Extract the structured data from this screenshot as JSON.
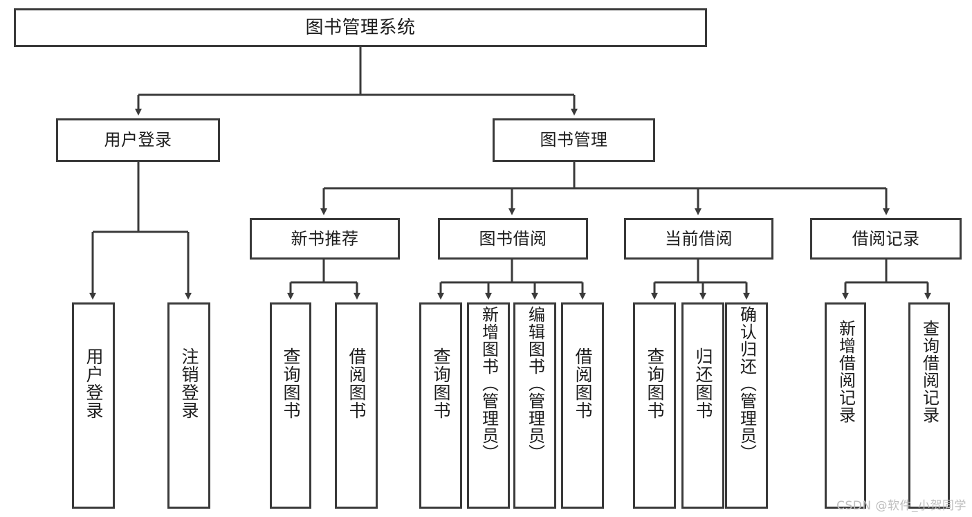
{
  "diagram": {
    "type": "hierarchy-tree",
    "title_box": {
      "label": "图书管理系统"
    },
    "level2": [
      {
        "id": "user-login",
        "label": "用户登录"
      },
      {
        "id": "book-management",
        "label": "图书管理"
      }
    ],
    "level3": [
      {
        "id": "new-book-recommend",
        "label": "新书推荐"
      },
      {
        "id": "book-borrow",
        "label": "图书借阅"
      },
      {
        "id": "current-borrow",
        "label": "当前借阅"
      },
      {
        "id": "borrow-record",
        "label": "借阅记录"
      }
    ],
    "leaves": {
      "user_login": [
        {
          "id": "leaf-user-login",
          "label": "用户登录"
        },
        {
          "id": "leaf-logout-login",
          "label": "注销登录"
        }
      ],
      "new_book_recommend": [
        {
          "id": "leaf-query-book-1",
          "label": "查询图书"
        },
        {
          "id": "leaf-borrow-book-1",
          "label": "借阅图书"
        }
      ],
      "book_borrow": [
        {
          "id": "leaf-query-book-2",
          "label": "查询图书"
        },
        {
          "id": "leaf-add-book",
          "label": "新增图书（管理员）"
        },
        {
          "id": "leaf-edit-book",
          "label": "编辑图书（管理员）"
        },
        {
          "id": "leaf-borrow-book-2",
          "label": "借阅图书"
        }
      ],
      "current_borrow": [
        {
          "id": "leaf-query-book-3",
          "label": "查询图书"
        },
        {
          "id": "leaf-return-book",
          "label": "归还图书"
        },
        {
          "id": "leaf-confirm-return",
          "label": "确认归还（管理员）"
        }
      ],
      "borrow_record": [
        {
          "id": "leaf-add-record",
          "label": "新增借阅记录"
        },
        {
          "id": "leaf-query-record",
          "label": "查询借阅记录"
        }
      ]
    },
    "colors": {
      "stroke": "#3a3a3a",
      "background": "#ffffff",
      "text": "#1d1d1d",
      "watermark": "#bdbdbd"
    }
  },
  "watermark": {
    "text": "CSDN @软件_小贺同学"
  }
}
